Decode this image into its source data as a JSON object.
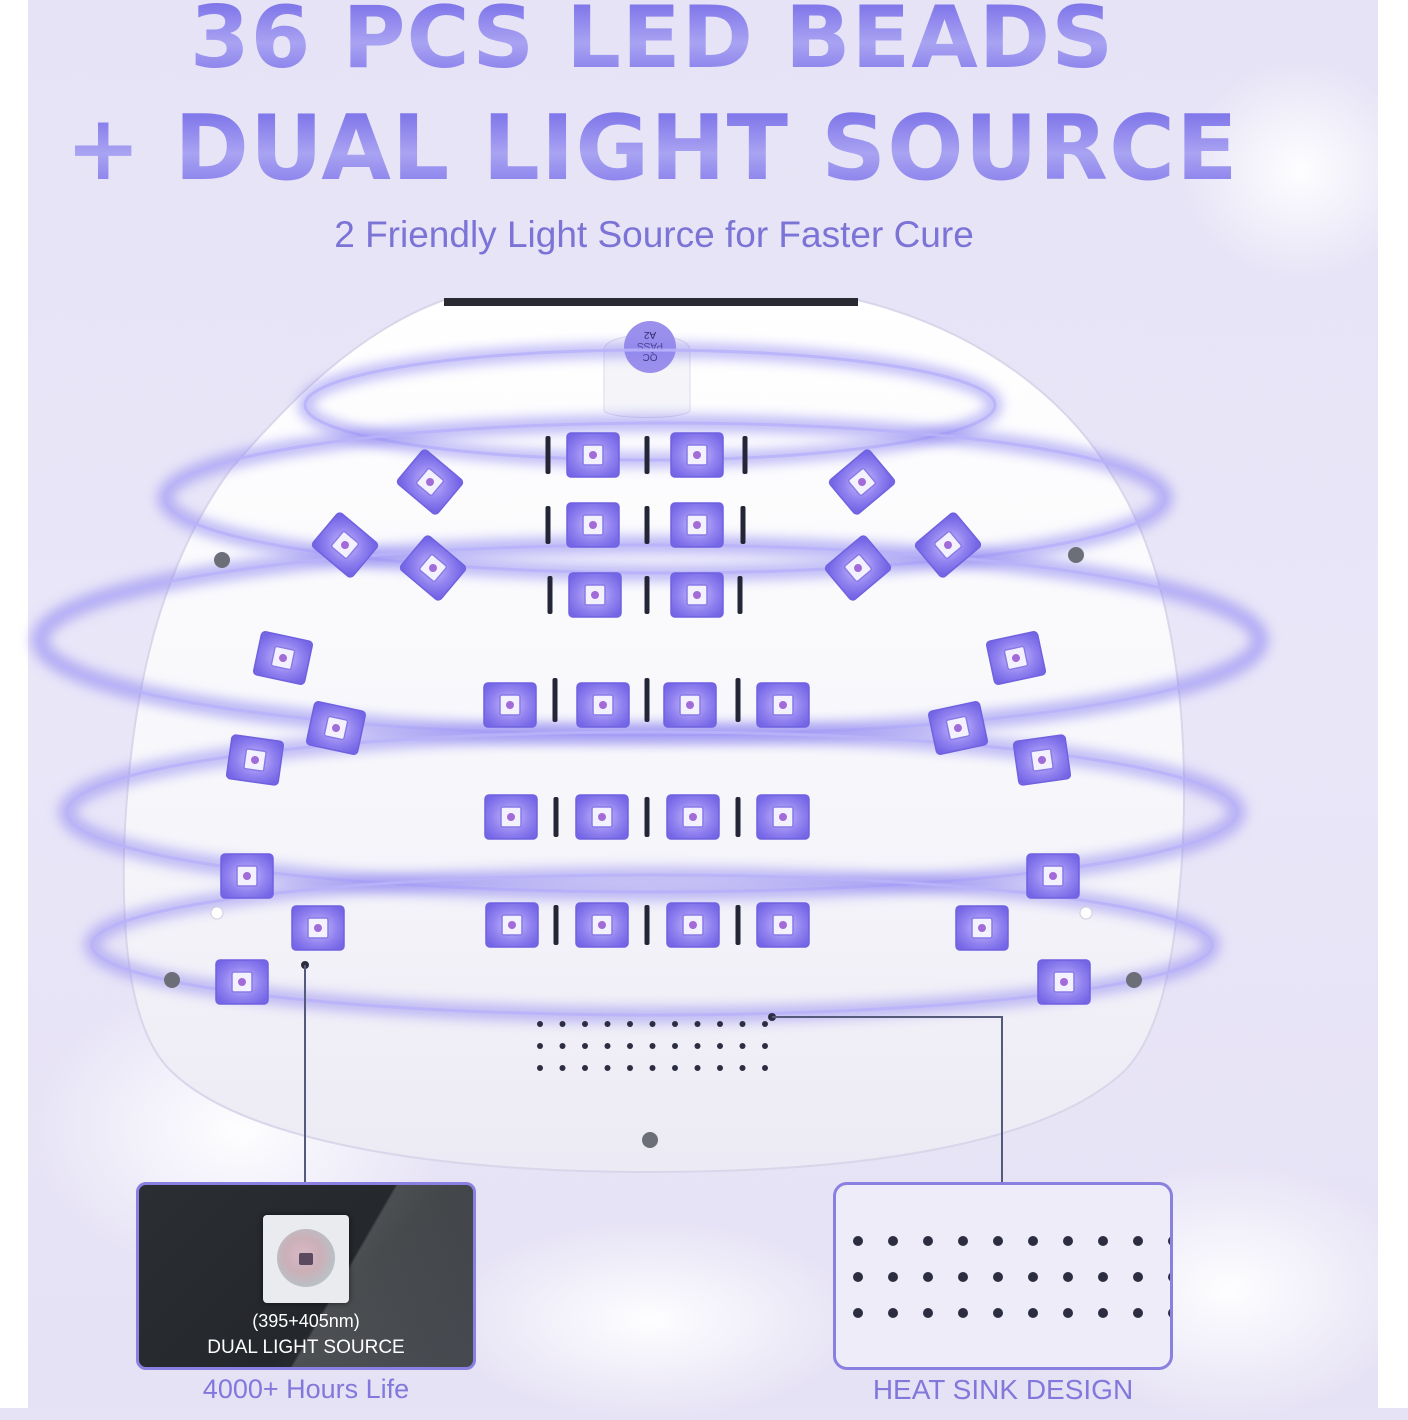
{
  "headline": {
    "line1": "36 PCS LED BEADS",
    "line2": "+ DUAL LIGHT SOURCE"
  },
  "subheadline": "2 Friendly Light Source for Faster Cure",
  "lamp": {
    "qc_sticker": [
      "QC",
      "PASS",
      "A2"
    ],
    "body_color": "#ffffff",
    "bead_color": "#8c7bf0",
    "glow_color": "#8a80f0"
  },
  "callouts": {
    "light_source": {
      "line1": "(395+405nm)",
      "line2": "DUAL LIGHT SOURCE",
      "caption": "4000+ Hours Life"
    },
    "heat_sink": {
      "caption": "HEAT SINK DESIGN"
    }
  },
  "colors": {
    "accent": "#7b73d6",
    "callout_border": "#8a80e0",
    "dark_panel": "#26292d"
  }
}
